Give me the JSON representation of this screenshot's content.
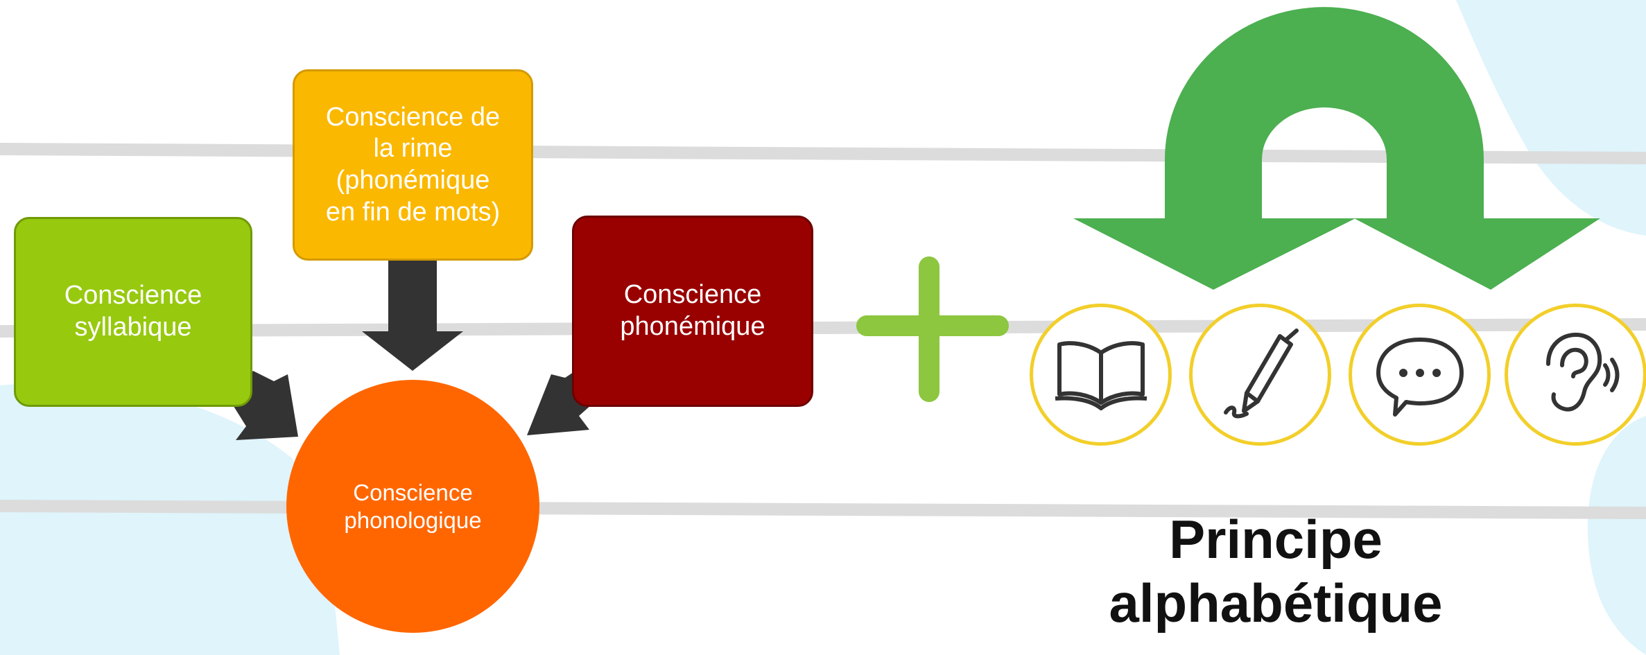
{
  "nodes": {
    "syllabique": "Conscience\nsyllabique",
    "rime": "Conscience de\nla rime\n(phonémique\nen fin de mots)",
    "phonemique": "Conscience\nphonémique",
    "phonologique": "Conscience\nphonologique"
  },
  "caption": "Principe\nalphabétique",
  "icons": [
    "book-icon",
    "pen-icon",
    "speech-bubble-icon",
    "ear-icon"
  ],
  "colors": {
    "syllabique": "#97c90f",
    "rime": "#fbb800",
    "phonemique": "#990000",
    "phonologique": "#ff6600",
    "plus": "#8dc63f",
    "arrow_green": "#4caf50",
    "arrow_dark": "#333333",
    "circle_border": "#f2cf2a",
    "background_blob": "#dff4fb"
  }
}
